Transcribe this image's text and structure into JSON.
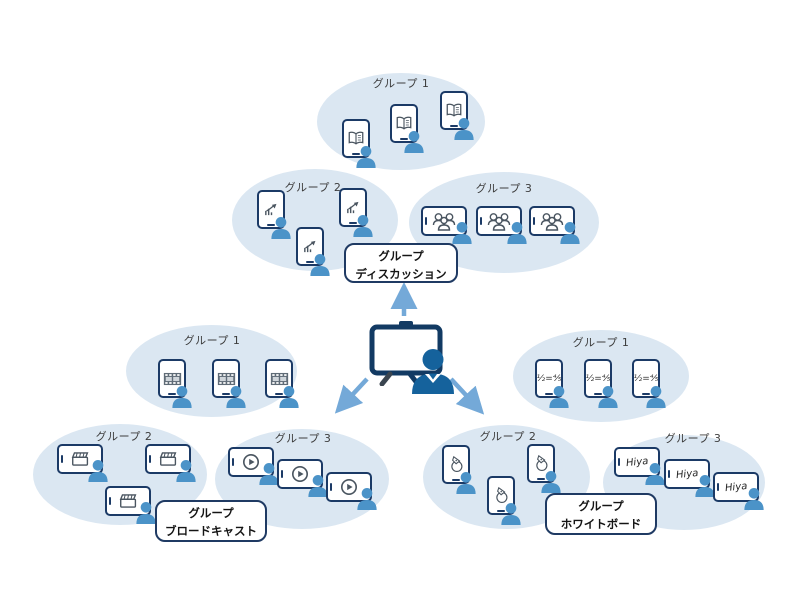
{
  "palette": {
    "ellipse_fill": "#dbe7f2",
    "tablet_border": "#1b3a66",
    "person_blue": "#4b93c8",
    "presenter_blue": "#15629c",
    "arrow_blue": "#74a9d8",
    "label_box_border": "#1f3a63"
  },
  "center": {
    "icons": [
      "whiteboard-easel-icon",
      "presenter-person-icon"
    ],
    "arrows": [
      "arrow-up-to-discussion",
      "arrow-down-left-to-broadcast",
      "arrow-down-right-to-whiteboard"
    ]
  },
  "clusters": {
    "discussion": {
      "label": {
        "line1": "グループ",
        "line2": "ディスカッション"
      },
      "groups": [
        {
          "name": "グループ 1",
          "icon": "open-book-icon",
          "devices": 3
        },
        {
          "name": "グループ 2",
          "icon": "growth-chart-icon",
          "devices": 3
        },
        {
          "name": "グループ 3",
          "icon": "meeting-people-icon",
          "devices": 3
        }
      ]
    },
    "broadcast": {
      "label": {
        "line1": "グループ",
        "line2": "ブロードキャスト"
      },
      "groups": [
        {
          "name": "グループ 1",
          "icon": "film-strip-icon",
          "devices": 3
        },
        {
          "name": "グループ 2",
          "icon": "clapperboard-icon",
          "devices": 3
        },
        {
          "name": "グループ 3",
          "icon": "play-video-icon",
          "devices": 3
        }
      ]
    },
    "whiteboard": {
      "label": {
        "line1": "グループ",
        "line2": "ホワイトボード"
      },
      "groups": [
        {
          "name": "グループ 1",
          "icon": "math-equation-icon",
          "equation_text": "½=⅘",
          "devices": 3
        },
        {
          "name": "グループ 2",
          "icon": "pen-drawing-icon",
          "devices": 3
        },
        {
          "name": "グループ 3",
          "icon": "handwritten-note",
          "handwriting_text": "Hiya",
          "devices": 3
        }
      ]
    }
  }
}
